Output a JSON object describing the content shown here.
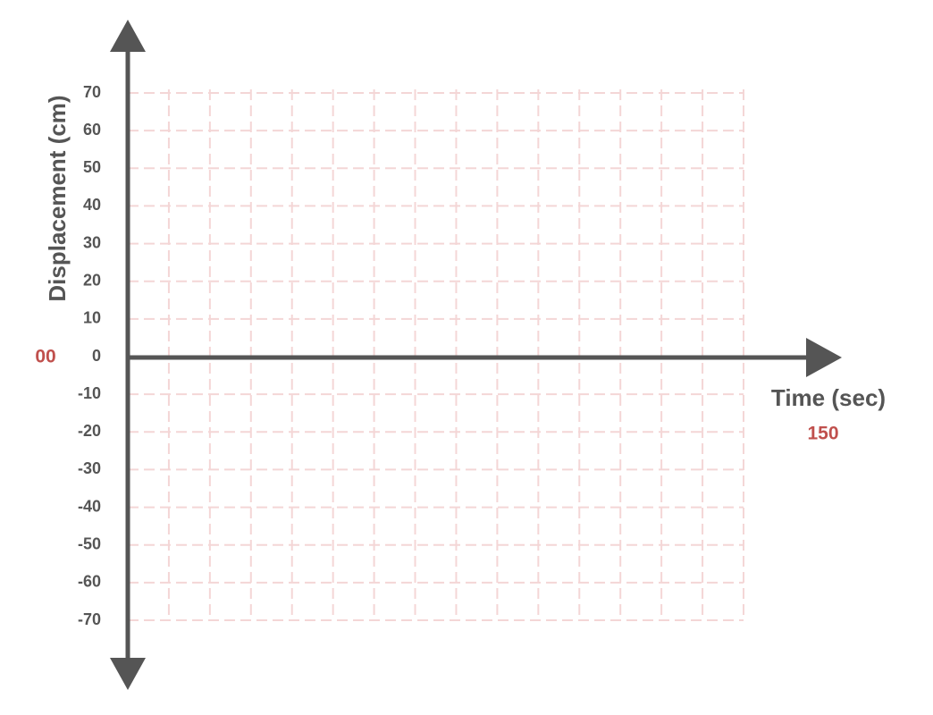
{
  "chart_data": {
    "type": "line",
    "title": "",
    "xlabel": "Time (sec)",
    "ylabel": "Displacement (cm)",
    "ylim": [
      -70,
      70
    ],
    "y_ticks": [
      "70",
      "60",
      "50",
      "40",
      "30",
      "20",
      "10",
      "0",
      "-10",
      "-20",
      "-30",
      "-40",
      "-50",
      "-60",
      "-70"
    ],
    "x_max_label": "150",
    "origin_label": "00",
    "series": [],
    "grid": true,
    "grid_style": "dashed",
    "grid_columns": 15
  },
  "colors": {
    "axis": "#555555",
    "grid": "#f4d6d6",
    "accent": "#c0504d",
    "text": "#555555"
  }
}
